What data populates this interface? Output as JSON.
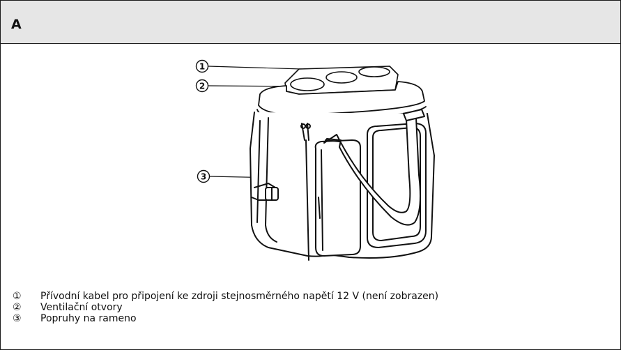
{
  "header": {
    "letter": "A"
  },
  "callouts": [
    {
      "number": "①"
    },
    {
      "number": "②"
    },
    {
      "number": "③"
    }
  ],
  "legend": [
    {
      "number": "①",
      "text": "Přívodní kabel pro připojení ke zdroji stejnosměrného napětí 12 V (není zobrazen)"
    },
    {
      "number": "②",
      "text": "Ventilační otvory"
    },
    {
      "number": "③",
      "text": "Popruhy na rameno"
    }
  ],
  "colors": {
    "header_bg": "#e6e6e6",
    "border": "#1a1a1a",
    "line": "#111111"
  },
  "icons": [
    "cooler-bag-illustration"
  ]
}
